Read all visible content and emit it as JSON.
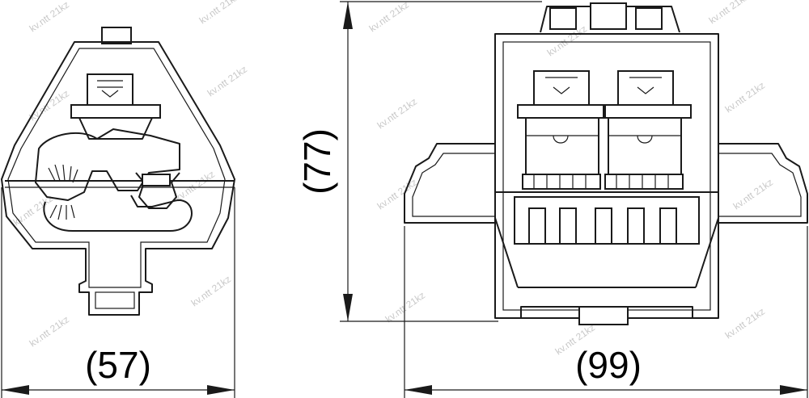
{
  "dimensions": {
    "width_label": "(57)",
    "length_label": "(99)",
    "height_label": "(77)"
  },
  "watermark": {
    "text": "kv.ntt 21kz",
    "color": "#c9c9c9"
  },
  "colors": {
    "line": "#1a1a1a",
    "background": "#ffffff"
  }
}
